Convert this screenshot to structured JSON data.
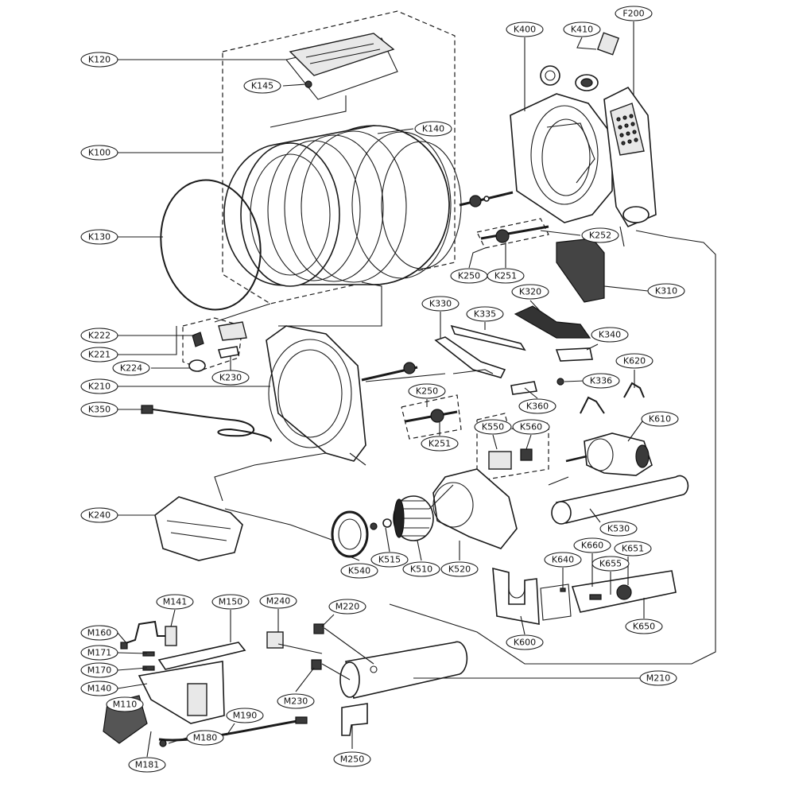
{
  "labels": {
    "K120": "K120",
    "K145": "K145",
    "K140": "K140",
    "K100": "K100",
    "K130": "K130",
    "K400": "K400",
    "K410": "K410",
    "F200": "F200",
    "K252": "K252",
    "K250a": "K250",
    "K251a": "K251",
    "K310": "K310",
    "K320": "K320",
    "K330": "K330",
    "K335": "K335",
    "K340": "K340",
    "K222": "K222",
    "K221": "K221",
    "K224": "K224",
    "K230": "K230",
    "K210": "K210",
    "K336": "K336",
    "K620": "K620",
    "K360": "K360",
    "K350": "K350",
    "K250b": "K250",
    "K251b": "K251",
    "K550": "K550",
    "K560": "K560",
    "K610": "K610",
    "K240": "K240",
    "K530": "K530",
    "K540": "K540",
    "K515": "K515",
    "K510": "K510",
    "K520": "K520",
    "K660": "K660",
    "K651": "K651",
    "K640": "K640",
    "K655": "K655",
    "K650": "K650",
    "K600": "K600",
    "M141": "M141",
    "M150": "M150",
    "M240": "M240",
    "M220": "M220",
    "M160": "M160",
    "M171": "M171",
    "M170": "M170",
    "M140": "M140",
    "M110": "M110",
    "M190": "M190",
    "M180": "M180",
    "M181": "M181",
    "M230": "M230",
    "M210": "M210",
    "M250": "M250"
  }
}
